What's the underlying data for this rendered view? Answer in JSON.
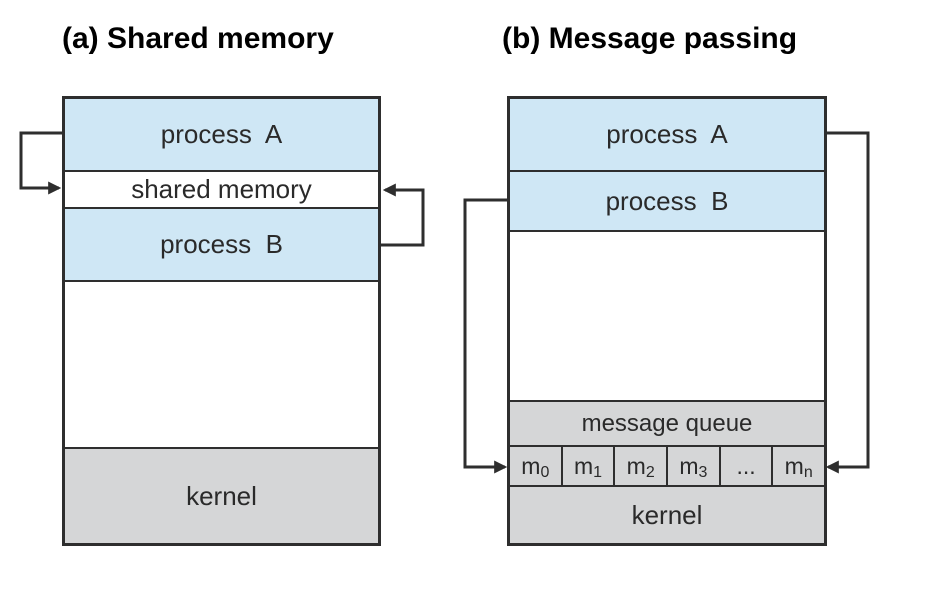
{
  "figure": {
    "description": "Communications models: shared memory vs message passing"
  },
  "colors": {
    "process_fill": "#cfe7f5",
    "kernel_fill": "#d5d6d7",
    "border": "#2e2e2e",
    "title_text": "#000000",
    "label_text": "#2a2a2a",
    "background": "#ffffff"
  },
  "panel_a": {
    "title": "(a) Shared memory",
    "process_a": "process  A",
    "shared_memory": "shared memory",
    "process_b": "process  B",
    "kernel": "kernel"
  },
  "panel_b": {
    "title": "(b) Message passing",
    "process_a": "process  A",
    "process_b": "process  B",
    "message_queue": "message queue",
    "kernel": "kernel",
    "queue_cells": [
      {
        "base": "m",
        "sub": "0"
      },
      {
        "base": "m",
        "sub": "1"
      },
      {
        "base": "m",
        "sub": "2"
      },
      {
        "base": "m",
        "sub": "3"
      },
      {
        "base": "...",
        "sub": ""
      },
      {
        "base": "m",
        "sub": "n"
      }
    ]
  }
}
